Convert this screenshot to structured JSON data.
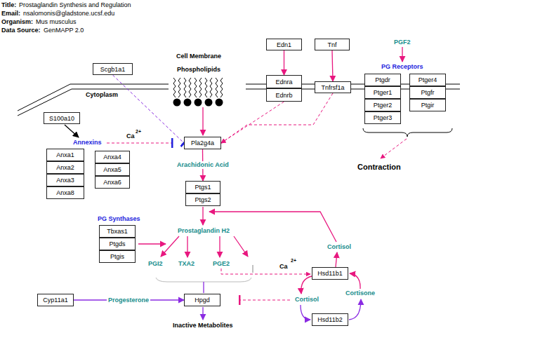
{
  "diagram": {
    "nodes": [
      {
        "text": [
          "Scgb1a1"
        ]
      },
      {
        "text": [
          "Edn1"
        ]
      },
      {
        "text": [
          "Tnf"
        ]
      },
      {
        "text": [
          "Ednra"
        ]
      },
      {
        "text": [
          "Ednrb"
        ]
      },
      {
        "text": [
          "Tnfrsf1a"
        ]
      },
      {
        "text": [
          "Ptgdr"
        ]
      },
      {
        "text": [
          "Ptger1"
        ]
      },
      {
        "text": [
          "Ptger2"
        ]
      },
      {
        "text": [
          "Ptger3"
        ]
      },
      {
        "text": [
          "Ptger4"
        ]
      },
      {
        "text": [
          "Ptgfr"
        ]
      },
      {
        "text": [
          "Ptgir"
        ]
      },
      {
        "text": [
          "S100a10"
        ]
      },
      {
        "text": [
          "Anxa1"
        ]
      },
      {
        "text": [
          "Anxa2"
        ]
      },
      {
        "text": [
          "Anxa3"
        ]
      },
      {
        "text": [
          "Anxa8"
        ]
      },
      {
        "text": [
          "Anxa4"
        ]
      },
      {
        "text": [
          "Anxa5"
        ]
      },
      {
        "text": [
          "Anxa6"
        ]
      },
      {
        "text": [
          "Pla2g4a"
        ]
      },
      {
        "text": [
          "Ptgs1"
        ]
      },
      {
        "text": [
          "Ptgs2"
        ]
      },
      {
        "text": [
          "Tbxas1"
        ]
      },
      {
        "text": [
          "Ptgds"
        ]
      },
      {
        "text": [
          "Ptgis"
        ]
      },
      {
        "text": [
          "Hsd11b1"
        ]
      },
      {
        "text": [
          "Hsd11b2"
        ]
      },
      {
        "text": [
          "Cyp11a1"
        ]
      },
      {
        "text": [
          "Hpgd"
        ]
      }
    ],
    "edges": [
      {
        "from": 1,
        "to": 3,
        "arrow": "to"
      },
      {
        "from": 2,
        "to": 5,
        "arrow": "to"
      },
      {
        "from": 0,
        "to": 21,
        "arrow": "to"
      },
      {
        "from": 4,
        "to": 21,
        "arrow": "to"
      },
      {
        "from": 5,
        "to": 21,
        "arrow": "to"
      },
      {
        "from": 21,
        "to": 22,
        "label": "Arachidonic Acid",
        "arrow": "to"
      },
      {
        "from": 29,
        "to": 30,
        "label": "Progesterone",
        "arrow": "to"
      }
    ],
    "labels": [
      "Title:",
      "Prostaglandin Synthesis and Regulation",
      "Email:",
      "nsalomonis@gladstone.ucsf.edu",
      "Organism:",
      "Mus musculus",
      "Data Source:",
      "GenMAPP 2.0",
      "Cell Membrane",
      "Phospholipids",
      "Cytoplasm",
      "PGF2",
      "PG Receptors",
      "Annexins",
      "Ca",
      "2+",
      "Contraction",
      "PG Synthases",
      "Prostaglandin H2",
      "PGI2",
      "TXA2",
      "PGE2",
      "Ca",
      "2+",
      "Cortisol",
      "Cortisone",
      "Cortisol",
      "Inactive Metabolites"
    ]
  }
}
